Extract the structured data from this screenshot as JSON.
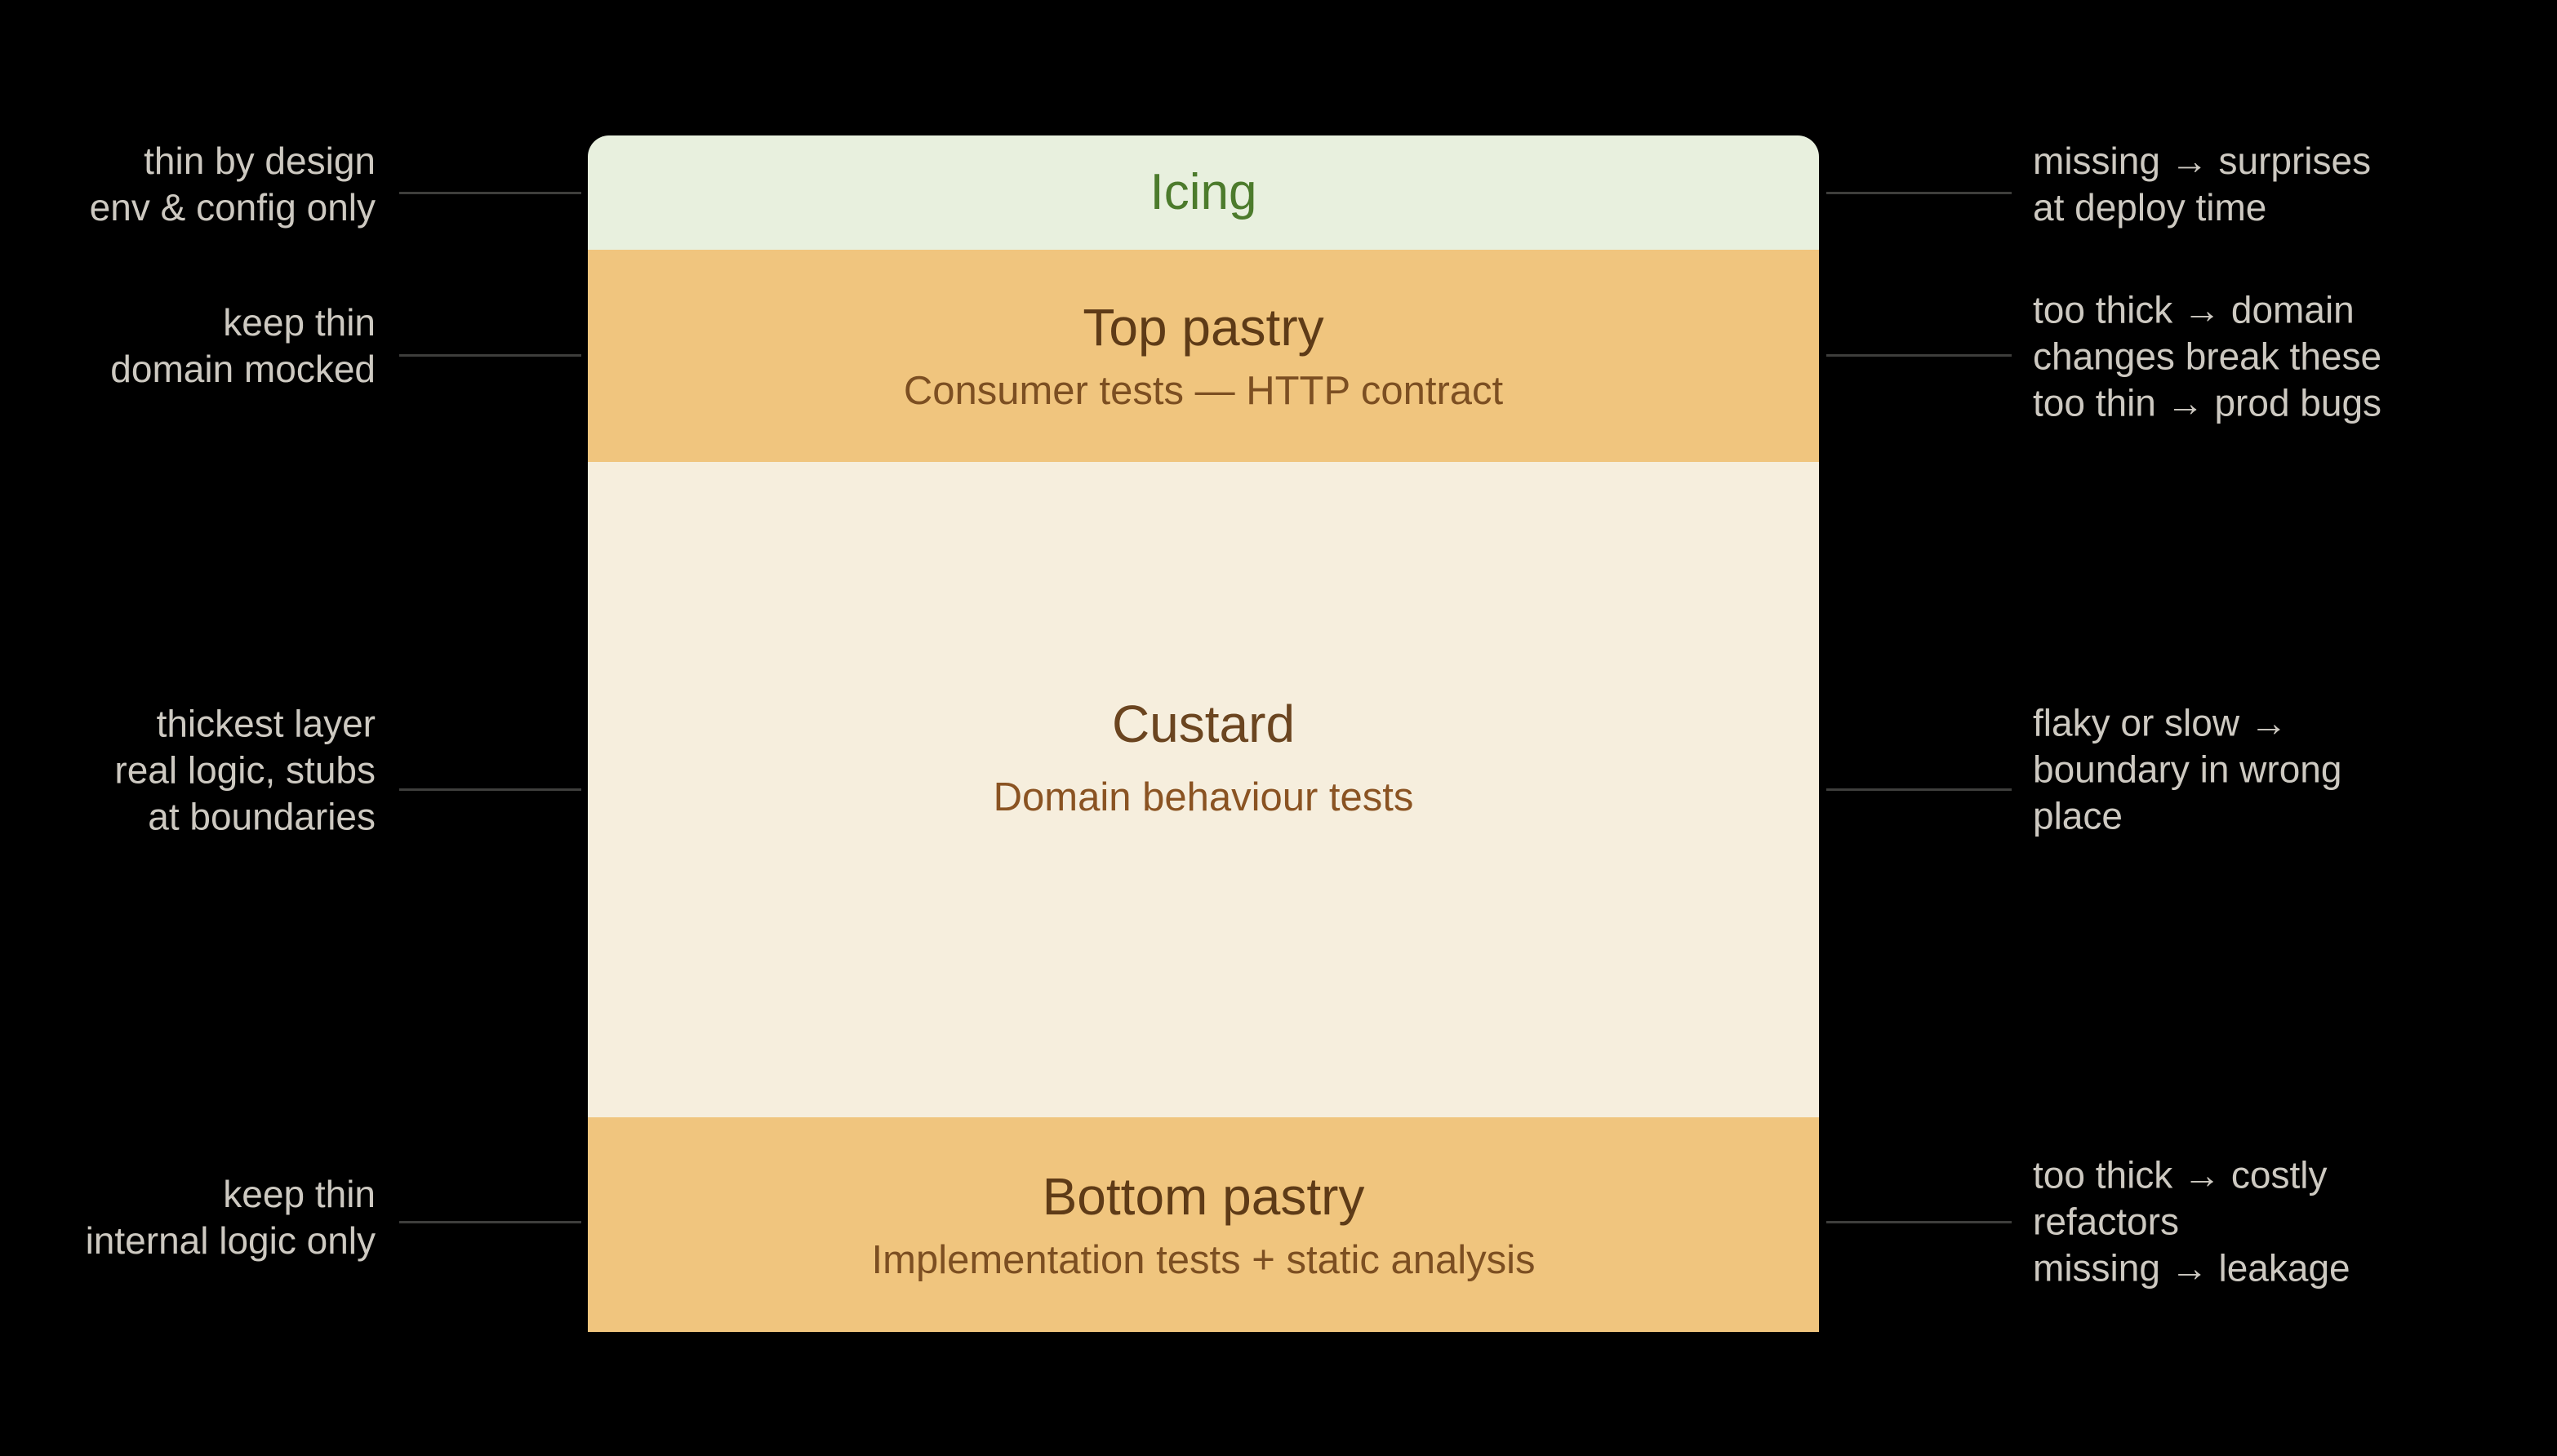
{
  "diagram": {
    "kind": "layered-cake-testing-diagram",
    "colors": {
      "background": "#000000",
      "side_text": "#cdc9c1",
      "connector_line": "#3e3e3c",
      "icing_bg": "#e8f0de",
      "icing_text": "#4c7b2c",
      "pastry_bg": "#f0c57e",
      "pastry_title_text": "#5e3b17",
      "pastry_subtitle_text": "#7c4f22",
      "custard_bg": "#f6eedd",
      "custard_title_text": "#6b4520",
      "custard_subtitle_text": "#8a5322"
    },
    "layers": [
      {
        "name": "icing",
        "title": "Icing",
        "subtitle": ""
      },
      {
        "name": "top-pastry",
        "title": "Top pastry",
        "subtitle": "Consumer tests — HTTP contract"
      },
      {
        "name": "custard",
        "title": "Custard",
        "subtitle": "Domain behaviour tests"
      },
      {
        "name": "bottom-pastry",
        "title": "Bottom pastry",
        "subtitle": "Implementation tests + static analysis"
      }
    ],
    "annotations": {
      "left": [
        {
          "layer": "icing",
          "lines": [
            "thin by design",
            "env & config only"
          ]
        },
        {
          "layer": "top-pastry",
          "lines": [
            "keep thin",
            "domain mocked"
          ]
        },
        {
          "layer": "custard",
          "lines": [
            "thickest layer",
            "real logic, stubs",
            "at boundaries"
          ]
        },
        {
          "layer": "bottom-pastry",
          "lines": [
            "keep thin",
            "internal logic only"
          ]
        }
      ],
      "right": [
        {
          "layer": "icing",
          "lines": [
            "missing → surprises",
            "at deploy time"
          ]
        },
        {
          "layer": "top-pastry",
          "lines": [
            "too thick → domain",
            "changes break these",
            "too thin → prod bugs"
          ]
        },
        {
          "layer": "custard",
          "lines": [
            "flaky or slow →",
            "boundary in wrong",
            "place"
          ]
        },
        {
          "layer": "bottom-pastry",
          "lines": [
            "too thick → costly",
            "refactors",
            "missing → leakage"
          ]
        }
      ]
    }
  }
}
